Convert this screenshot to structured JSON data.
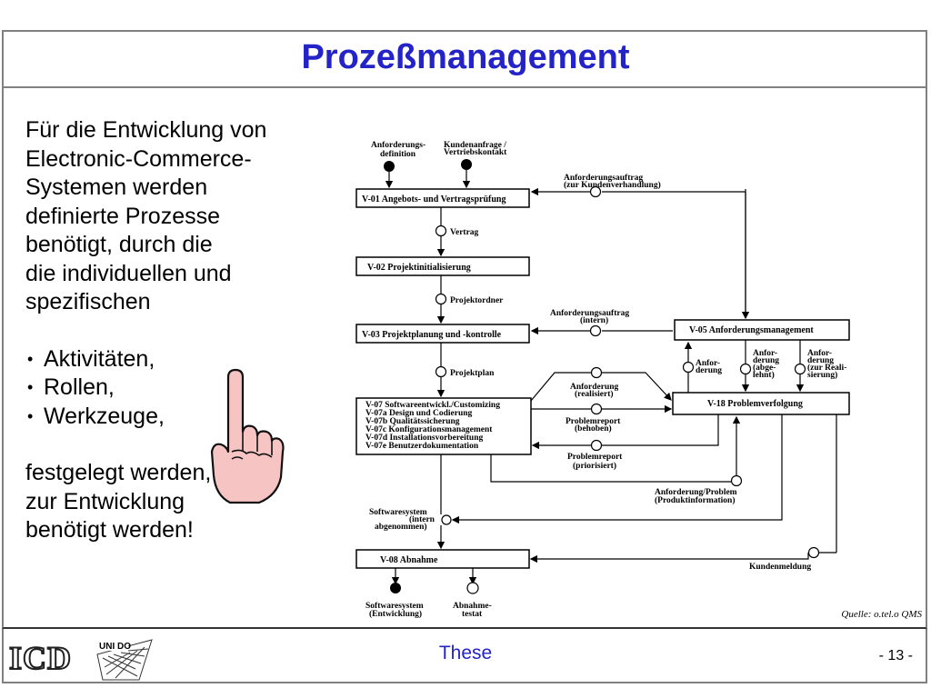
{
  "slide": {
    "title": "Prozeßmanagement",
    "intro_lines": [
      "Für die Entwicklung von",
      "Electronic-Commerce-",
      "Systemen werden",
      "definierte Prozesse",
      "benötigt, durch die",
      "die individuellen und",
      "spezifischen"
    ],
    "bullets": [
      "Aktivitäten,",
      "Rollen,",
      "Werkzeuge,"
    ],
    "outro_lines": [
      "festgelegt werden, die",
      "zur Entwicklung",
      "benötigt werden!"
    ],
    "source": "Quelle: o.tel.o QMS"
  },
  "footer": {
    "logo_text": "ICD",
    "unido_label": "UNI DO",
    "center_label": "These",
    "page_number": "- 13 -"
  },
  "diagram": {
    "top_inputs": [
      "Anforderungs-",
      "definition",
      "Kundenanfrage /",
      "Vertriebskontakt"
    ],
    "boxes": {
      "v01": "V-01 Angebots- und Vertragsprüfung",
      "v02": "V-02 Projektinitialisierung",
      "v03": "V-03 Projektplanung und -kontrolle",
      "v05": "V-05 Anforderungsmanagement",
      "v18": "V-18 Problemverfolgung",
      "v07_lines": [
        "V-07 Softwareentwickl./Customizing",
        "V-07a Design und Codierung",
        "V-07b Qualitätssicherung",
        "V-07c Konfigurationsmanagement",
        "V-07d Installationsvorbereitung",
        "V-07e Benutzerdokumentation"
      ],
      "v08": "V-08 Abnahme"
    },
    "labels": {
      "anforderungsauftrag_kunde": [
        "Anforderungsauftrag",
        "(zur Kundenverhandlung)"
      ],
      "vertrag": "Vertrag",
      "projektordner": "Projektordner",
      "anforderungsauftrag_intern": [
        "Anforderungsauftrag",
        "(intern)"
      ],
      "projektplan": "Projektplan",
      "anforderung_realisiert": [
        "Anforderung",
        "(realisiert)"
      ],
      "problemreport_behoben": [
        "Problemreport",
        "(behoben)"
      ],
      "problemreport_priorisiert": [
        "Problemreport",
        "(priorisiert)"
      ],
      "anforderung_problem": [
        "Anforderung/Problem",
        "(Produktinformation)"
      ],
      "anforderung_1": [
        "Anfor-",
        "derung"
      ],
      "anforderung_abgelehnt": [
        "Anfor-",
        "derung",
        "(abge-",
        "lehnt)"
      ],
      "anforderung_realisierung": [
        "Anfor-",
        "derung",
        "(zur Reali-",
        "sierung)"
      ],
      "softwaresystem_intern": [
        "Softwaresystem",
        "(intern",
        "abgenommen)"
      ],
      "kundenmeldung": "Kundenmeldung",
      "softwaresystem_entwicklung": [
        "Softwaresystem",
        "(Entwicklung)"
      ],
      "abnahmetestat": [
        "Abnahme-",
        "testat"
      ]
    }
  },
  "colors": {
    "title": "#2323c8",
    "hand_fill": "#f7c4c4",
    "frame": "#808080"
  }
}
